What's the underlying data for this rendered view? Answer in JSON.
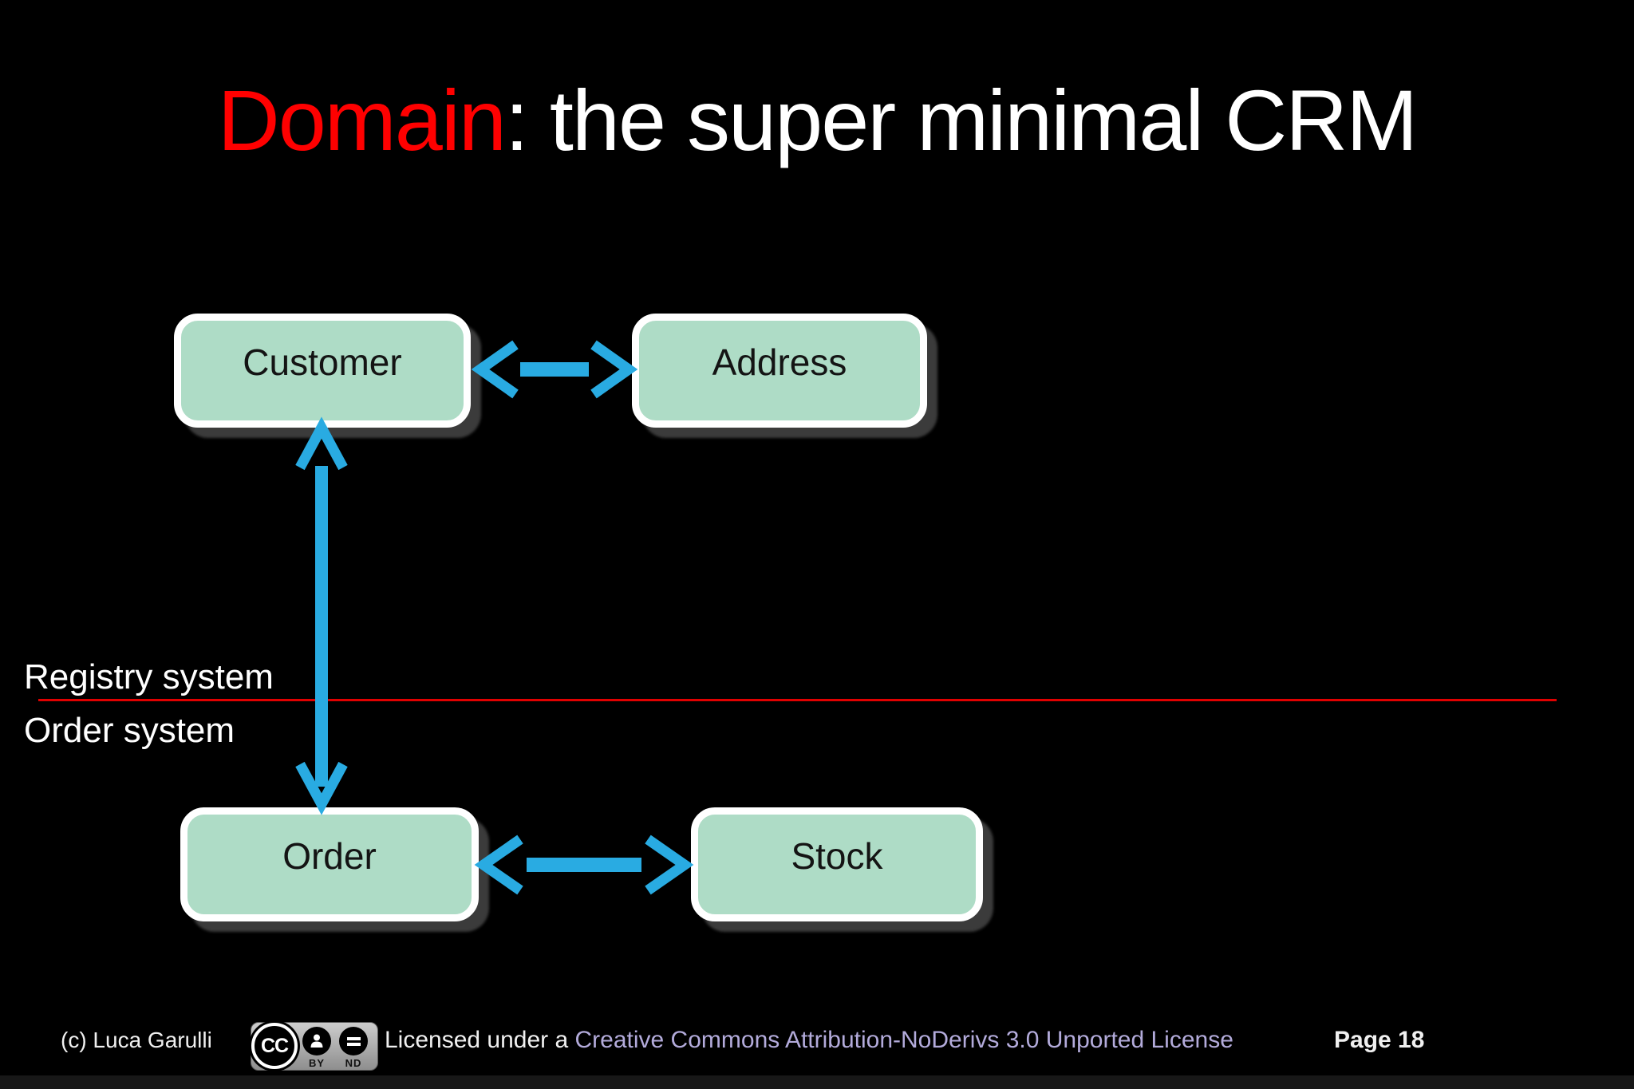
{
  "title": {
    "highlight": "Domain",
    "rest": ": the super minimal CRM"
  },
  "colors": {
    "background": "#000000",
    "title_highlight": "#ff0000",
    "title_text": "#ffffff",
    "box_fill": "#aedcc6",
    "box_border": "#ffffff",
    "box_text": "#141414",
    "arrow": "#29abe2",
    "divider": "#e00000",
    "system_label_text": "#ffffff",
    "license_link": "#b3abdb"
  },
  "diagram": {
    "boxes": [
      {
        "id": "customer",
        "label": "Customer"
      },
      {
        "id": "address",
        "label": "Address"
      },
      {
        "id": "order",
        "label": "Order"
      },
      {
        "id": "stock",
        "label": "Stock"
      }
    ],
    "arrows": [
      {
        "from": "customer",
        "to": "address",
        "bidirectional": true
      },
      {
        "from": "customer",
        "to": "order",
        "bidirectional": true
      },
      {
        "from": "order",
        "to": "stock",
        "bidirectional": true
      }
    ],
    "region_labels": {
      "top": "Registry system",
      "bottom": "Order system"
    }
  },
  "footer": {
    "copyright": "(c) Luca Garulli",
    "license_prefix": "Licensed under a ",
    "license_link": "Creative Commons Attribution-NoDerivs 3.0 Unported License",
    "page": "Page 18",
    "cc_badge": {
      "logo": "CC",
      "by": "BY",
      "nd": "ND"
    }
  }
}
